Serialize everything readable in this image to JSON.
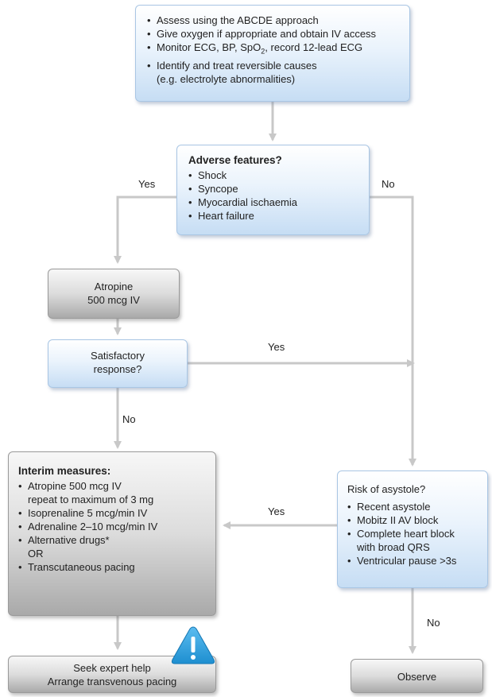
{
  "assess_box": {
    "items": [
      "Assess using the ABCDE approach",
      "Give oxygen if appropriate and obtain IV access",
      "Identify and treat reversible causes"
    ],
    "monitor_prefix": "Monitor ECG, BP, SpO",
    "monitor_sub": "2",
    "monitor_suffix": ", record 12-lead ECG",
    "reversible_example": "(e.g. electrolyte abnormalities)"
  },
  "adverse_box": {
    "title": "Adverse features?",
    "items": [
      "Shock",
      "Syncope",
      "Myocardial ischaemia",
      "Heart failure"
    ]
  },
  "atropine_box": {
    "line1": "Atropine",
    "line2": "500 mcg IV"
  },
  "satisfactory_box": {
    "line1": "Satisfactory",
    "line2": "response?"
  },
  "interim_box": {
    "title": "Interim measures:",
    "atropine_line1": "Atropine 500 mcg IV",
    "atropine_line2": "repeat to maximum of 3 mg",
    "isoprenaline": "Isoprenaline 5 mcg/min IV",
    "adrenaline": "Adrenaline 2–10 mcg/min IV",
    "alternative": "Alternative drugs*",
    "or": "OR",
    "pacing": "Transcutaneous pacing"
  },
  "risk_box": {
    "title": "Risk of asystole?",
    "recent": "Recent asystole",
    "mobitz": "Mobitz II AV block",
    "complete_line1": "Complete heart block",
    "complete_line2": "with broad QRS",
    "pause": "Ventricular pause >3s"
  },
  "expert_box": {
    "line1": "Seek expert help",
    "line2": "Arrange transvenous pacing"
  },
  "observe_box": {
    "label": "Observe"
  },
  "labels": {
    "adverse_yes": "Yes",
    "adverse_no": "No",
    "satisfactory_yes": "Yes",
    "satisfactory_no": "No",
    "risk_yes": "Yes",
    "risk_no": "No"
  },
  "icons": {
    "warning": "warning-icon",
    "warning_color": "#1e8fd0"
  },
  "colors": {
    "arrow": "#c8c8c8",
    "blue_border": "#a9c6e4",
    "grey_border": "#9a9a9a"
  }
}
